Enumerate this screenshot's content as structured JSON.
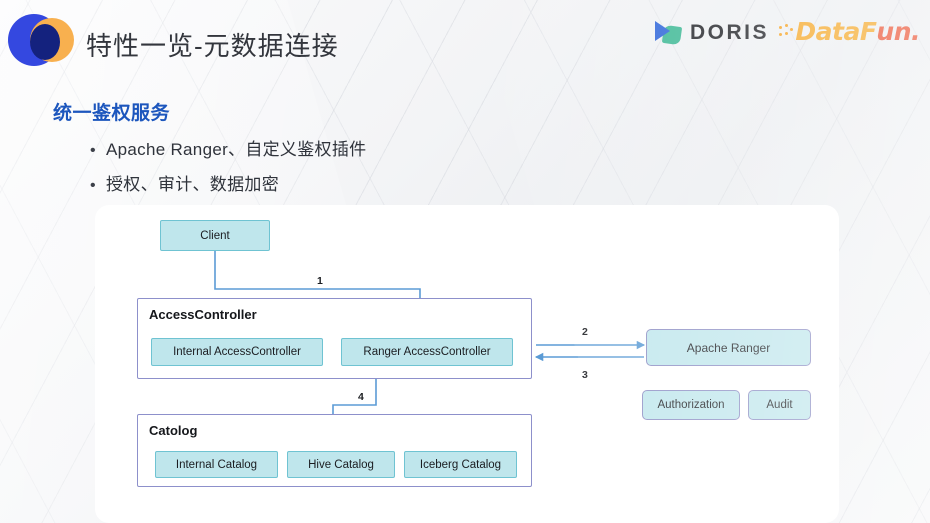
{
  "header": {
    "title": "特性一览-元数据连接",
    "logo_mark": "overlapping-circles-logo",
    "doris_logo_text": "DORIS",
    "datafun_logo_text_a": "DataF",
    "datafun_logo_text_b": "un."
  },
  "content": {
    "heading": "统一鉴权服务",
    "bullets": [
      {
        "marker": "•",
        "text": "Apache Ranger、自定义鉴权插件"
      },
      {
        "marker": "•",
        "text": "授权、审计、数据加密"
      }
    ]
  },
  "diagram": {
    "client_node": "Client",
    "access_controller_group": "AccessController",
    "internal_access_controller": "Internal AccessController",
    "ranger_access_controller": "Ranger AccessController",
    "catalog_group": "Catolog",
    "internal_catalog": "Internal Catalog",
    "hive_catalog": "Hive Catalog",
    "iceberg_catalog": "Iceberg Catalog",
    "apache_ranger": "Apache Ranger",
    "authorization": "Authorization",
    "audit": "Audit",
    "labels": {
      "step1": "1",
      "step2": "2",
      "step3": "3",
      "step4": "4"
    }
  },
  "colors": {
    "node_fill": "#bfe6ec",
    "node_border": "#6fc3d2",
    "group_border": "#8d90cb",
    "arrow": "#5b9bd5",
    "heading": "#1c56bd",
    "logo_blue": "#3448e0",
    "logo_orange": "#f8b04f",
    "datafun_orange": "#f5a623",
    "datafun_red": "#ea4b2a"
  }
}
